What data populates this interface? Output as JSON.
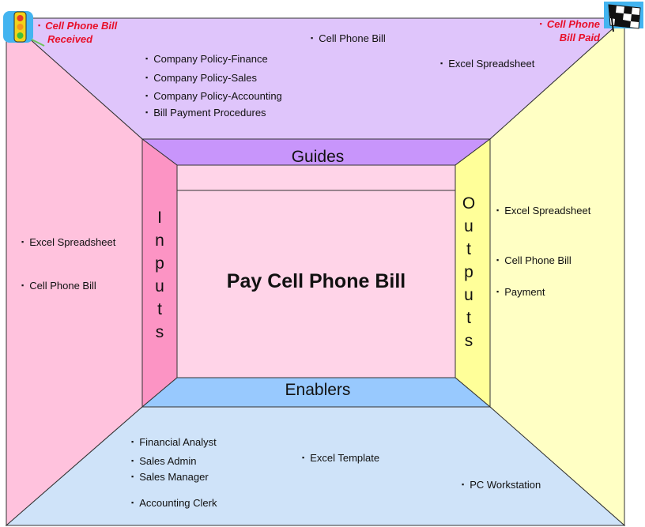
{
  "start_event": {
    "line1": "Cell Phone Bill",
    "line2": "Received"
  },
  "end_event": {
    "line1": "Cell Phone",
    "line2": "Bill Paid"
  },
  "center": {
    "title": "Pay Cell Phone Bill"
  },
  "bands": {
    "guides": "Guides",
    "enablers": "Enablers",
    "inputs": "Inputs",
    "outputs": "Outputs"
  },
  "guides_items": [
    "Company Policy-Finance",
    "Company Policy-Sales",
    "Company Policy-Accounting",
    "Bill Payment Procedures",
    "Cell Phone Bill",
    "Excel Spreadsheet"
  ],
  "inputs_items": [
    "Excel Spreadsheet",
    "Cell Phone Bill"
  ],
  "outputs_items": [
    "Excel Spreadsheet",
    "Cell Phone Bill",
    "Payment"
  ],
  "enablers_items": [
    "Financial Analyst",
    "Sales Admin",
    "Sales Manager",
    "Accounting Clerk",
    "Excel Template",
    "PC Workstation"
  ],
  "colors": {
    "top": "#dfc5fb",
    "left": "#ffc2dd",
    "right": "#ffffc4",
    "bottom": "#cfe3f9",
    "guides_band": "#c895fb",
    "inputs_band": "#fc94c4",
    "outputs_band": "#ffff99",
    "enablers_band": "#98c9fe",
    "center": "#ffd4e8",
    "event_text": "#e8102a"
  },
  "icons": {
    "start": "traffic-light-icon",
    "end": "checkered-flag-icon"
  }
}
